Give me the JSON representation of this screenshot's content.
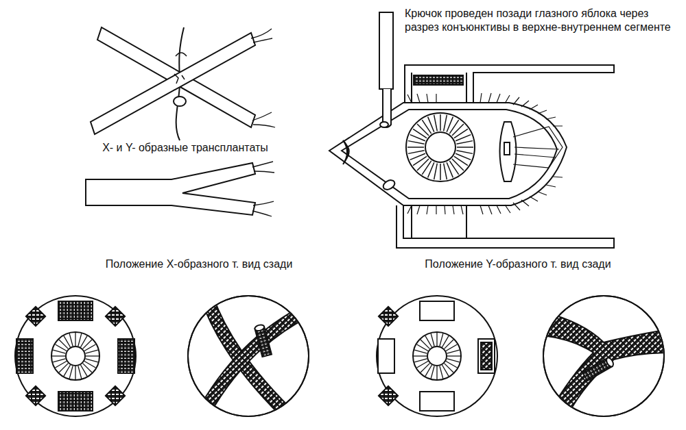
{
  "diagram": {
    "labels": [
      "Крючок проведен позади глазного яблока через разрез конъюнктивы в верхне-внутреннем сегменте",
      "X- и Y- образные трансплантаты",
      "Положение X-образного т. вид сзади",
      "Положение Y-образного т. вид сзади"
    ]
  }
}
